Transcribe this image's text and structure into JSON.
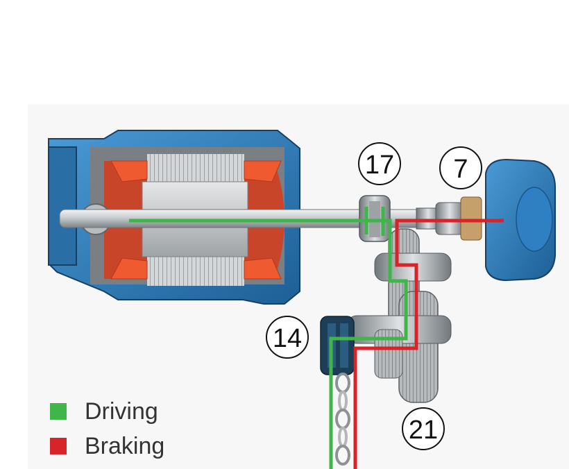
{
  "colors": {
    "driving": "#3fb54a",
    "braking": "#d8232a",
    "housing_blue": "#2c7ec0",
    "housing_dark": "#1b4f7e",
    "winding_orange": "#ef5a30"
  },
  "callouts": [
    {
      "id": "17",
      "label": "17"
    },
    {
      "id": "7",
      "label": "7"
    },
    {
      "id": "14",
      "label": "14"
    },
    {
      "id": "21",
      "label": "21"
    }
  ],
  "legend": [
    {
      "key": "driving",
      "label": "Driving",
      "color": "#3fb54a"
    },
    {
      "key": "braking",
      "label": "Braking",
      "color": "#d8232a"
    }
  ]
}
